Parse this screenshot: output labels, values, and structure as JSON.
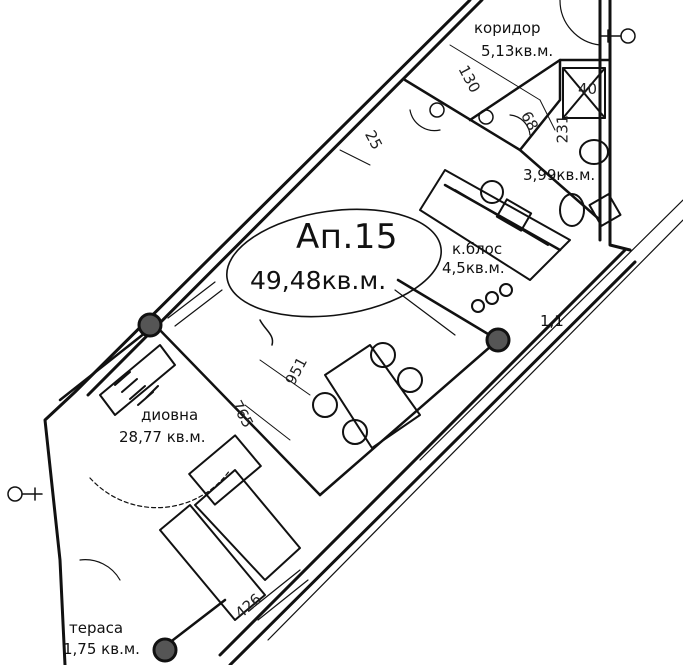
{
  "apartment": {
    "number": "Ап.15",
    "total_area": "49,48кв.м."
  },
  "rooms": {
    "corridor": {
      "name": "коридор",
      "area": "5,13кв.м."
    },
    "bathroom": {
      "area": "3,99кв.м."
    },
    "kitchen": {
      "name": "к.блос",
      "area": "4,5кв.м."
    },
    "living": {
      "name": "диовна",
      "area": "28,77 кв.м."
    },
    "terrace": {
      "name": "тераса",
      "area": "1,75 кв.м."
    },
    "small": {
      "area": "1,1"
    }
  },
  "dimensions": {
    "d130": "130",
    "d231": "231",
    "d25": "25",
    "d68": "68",
    "d951": "951",
    "d765": "765",
    "d426": "426",
    "d40": "40"
  }
}
